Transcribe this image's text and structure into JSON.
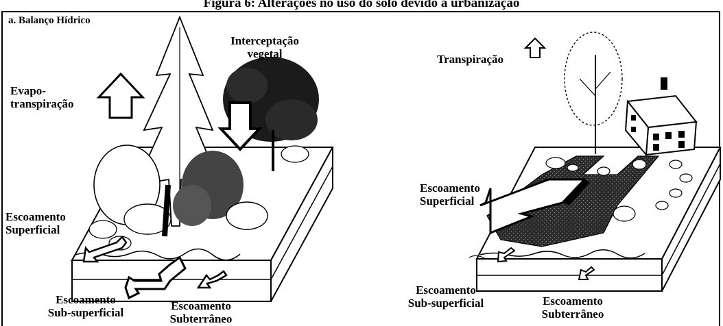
{
  "figure": {
    "title": "Figura 6: Alterações no uso do solo devido a urbanização",
    "panel_label": "a. Balanço Hídrico"
  },
  "left_panel": {
    "interception": [
      "Interceptação",
      "vegetal"
    ],
    "evapotranspiration": [
      "Evapo-",
      "transpiração"
    ],
    "surface_runoff": [
      "Escoamento",
      "Superficial"
    ],
    "subsurface_runoff": [
      "Escoamento",
      "Sub-superficial"
    ],
    "groundwater_runoff": [
      "Escoamento",
      "Subterrâneo"
    ]
  },
  "right_panel": {
    "transpiration": "Transpiração",
    "surface_runoff": [
      "Escoamento",
      "Superficial"
    ],
    "subsurface_runoff": [
      "Escoamento",
      "Sub-superficial"
    ],
    "groundwater_runoff": [
      "Escoamento",
      "Subterrâneo"
    ]
  }
}
